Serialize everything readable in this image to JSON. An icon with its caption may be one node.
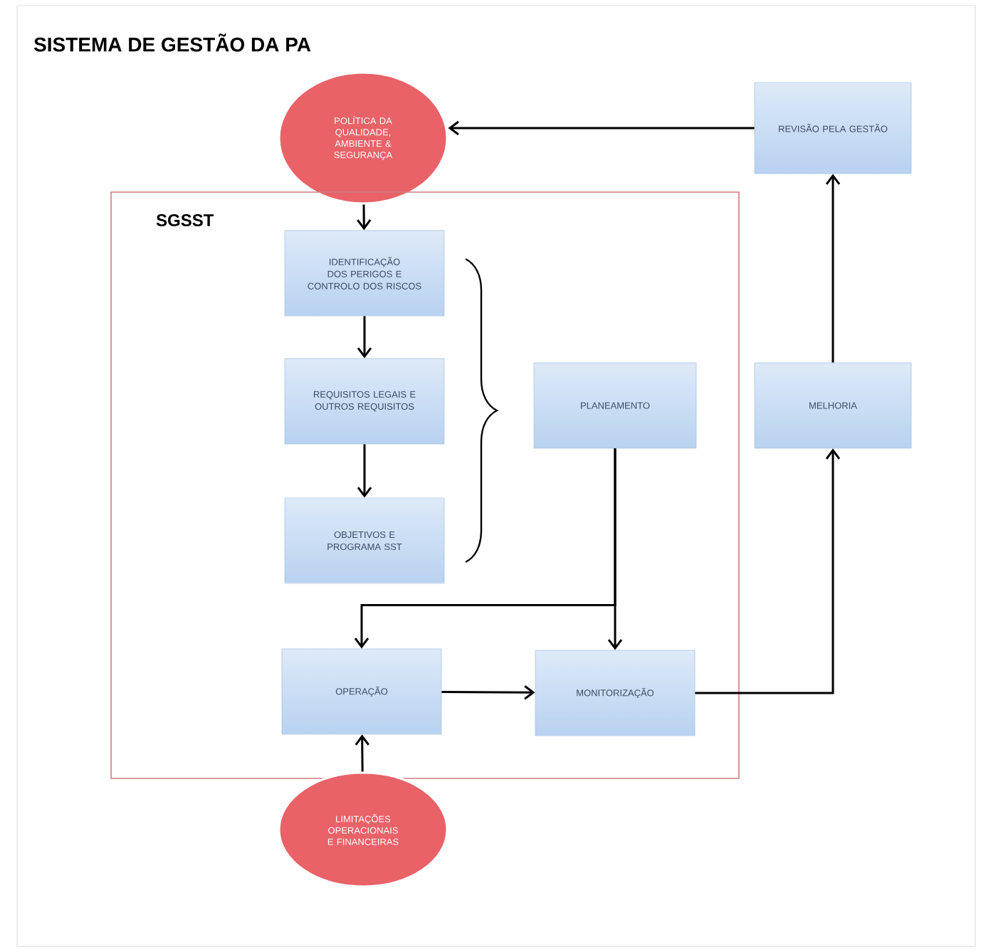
{
  "diagram": {
    "title": "SISTEMA DE GESTÃO DA PA",
    "nodes": [
      {
        "text": [
          "POLÍTICA DA QUALIDADE, AMBIENTE & SEGURANÇA"
        ]
      },
      {
        "text": [
          "SGSST"
        ]
      },
      {
        "text": [
          "IDENTIFICAÇÃO DOS PERIGOS E CONTROLO DOS RISCOS"
        ],
        "in": 1
      },
      {
        "text": [
          "REQUISITOS LEGAIS E OUTROS REQUISITOS"
        ],
        "in": 1
      },
      {
        "text": [
          "OBJETIVOS E PROGRAMA SST"
        ],
        "in": 1
      },
      {
        "text": [
          "PLANEAMENTO"
        ],
        "in": 1
      },
      {
        "text": [
          "OPERAÇÃO"
        ],
        "in": 1
      },
      {
        "text": [
          "MONITORIZAÇÃO"
        ],
        "in": 1
      },
      {
        "text": [
          "MELHORIA"
        ]
      },
      {
        "text": [
          "REVISÃO PELA GESTÃO"
        ]
      },
      {
        "text": [
          "LIMITAÇÕES OPERACIONAIS E FINANCEIRAS"
        ]
      }
    ],
    "edges": [
      {
        "from": 0,
        "to": 2,
        "arrow": "to"
      },
      {
        "from": 2,
        "to": 3,
        "arrow": "to"
      },
      {
        "from": 3,
        "to": 4,
        "arrow": "to"
      },
      {
        "from": 5,
        "to": 6,
        "arrow": "to"
      },
      {
        "from": 5,
        "to": 7,
        "arrow": "to"
      },
      {
        "from": 6,
        "to": 7,
        "arrow": "to"
      },
      {
        "from": 10,
        "to": 6,
        "arrow": "to"
      },
      {
        "from": 7,
        "to": 8,
        "arrow": "to"
      },
      {
        "from": 8,
        "to": 9,
        "arrow": "to"
      },
      {
        "from": 9,
        "to": 0,
        "arrow": "to"
      }
    ]
  }
}
